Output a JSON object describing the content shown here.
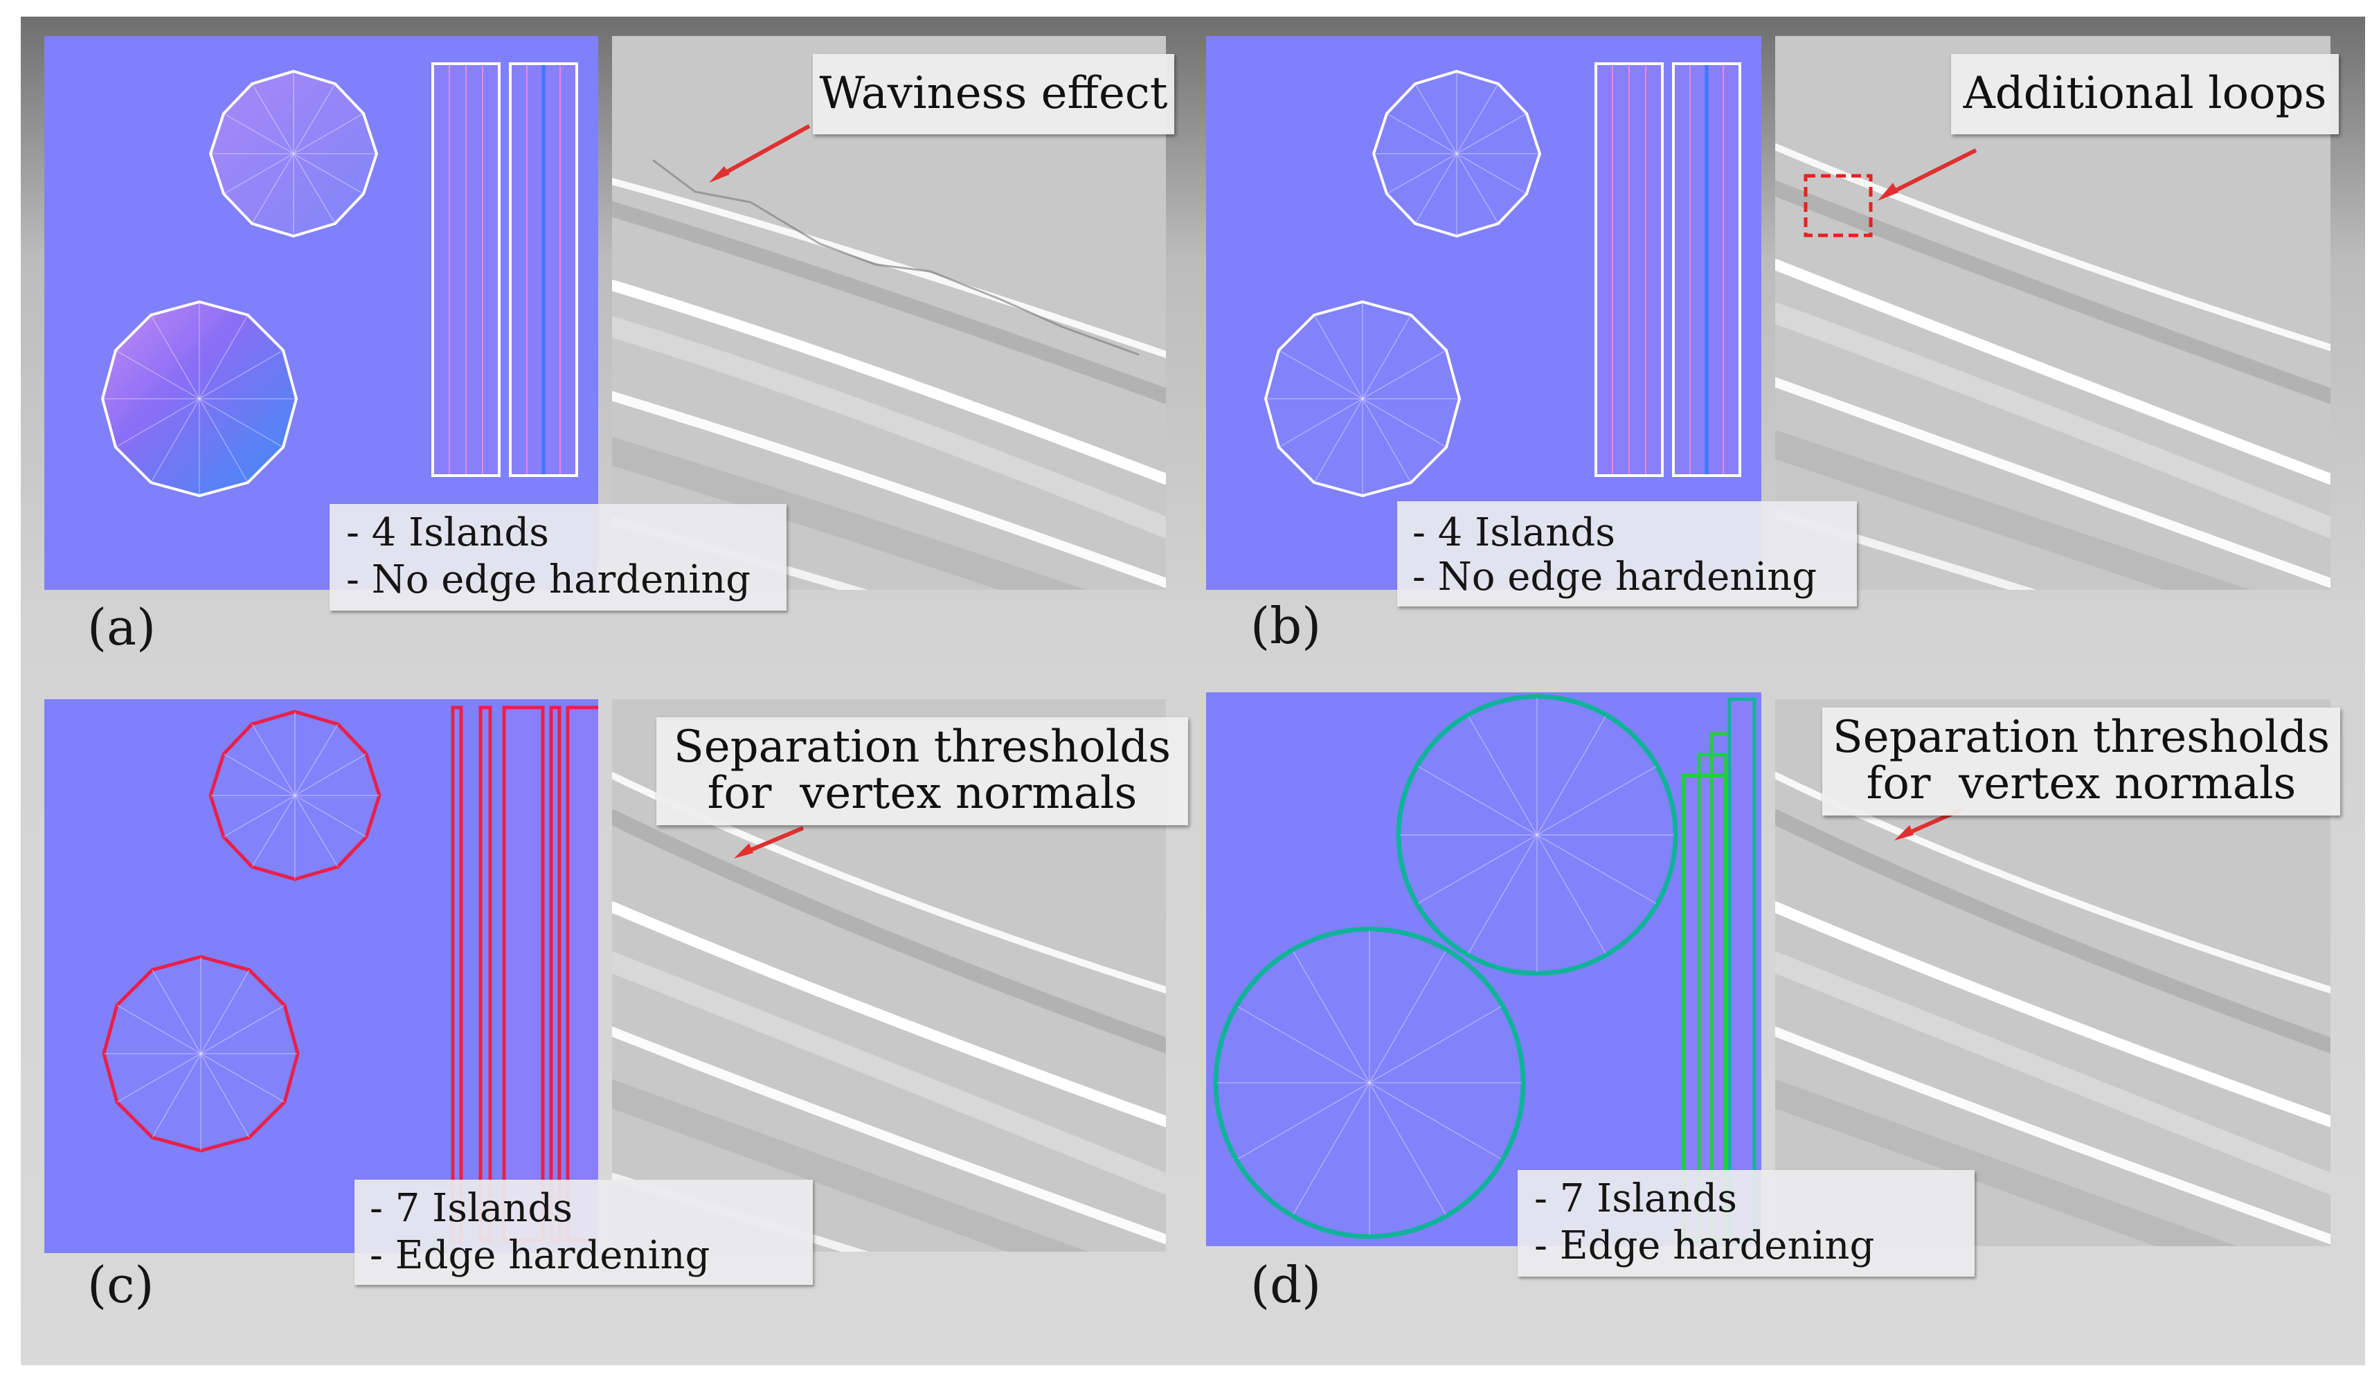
{
  "panels": [
    {
      "id": "a",
      "tag": "(a)",
      "callout": [
        "Waviness effect"
      ],
      "info": [
        "- 4 Islands",
        "- No edge hardening"
      ],
      "edge_color": "#ffffff",
      "uv_style": "normal-map gradient"
    },
    {
      "id": "b",
      "tag": "(b)",
      "callout": [
        "Additional loops"
      ],
      "info": [
        "- 4 Islands",
        "- No edge hardening"
      ],
      "edge_color": "#ffffff",
      "uv_style": "flat"
    },
    {
      "id": "c",
      "tag": "(c)",
      "callout": [
        "Separation thresholds",
        "for  vertex normals"
      ],
      "info": [
        "- 7 Islands",
        "- Edge hardening"
      ],
      "edge_color": "#e8204a",
      "uv_style": "flat"
    },
    {
      "id": "d",
      "tag": "(d)",
      "callout": [
        "Separation thresholds",
        "for  vertex normals"
      ],
      "info": [
        "- 7 Islands",
        "- Edge hardening"
      ],
      "edge_color": "#10b39a",
      "uv_style": "flat"
    }
  ],
  "colors": {
    "uv_background": "#8080fa",
    "arrow": "#e03030",
    "highlight_box": "#e82020",
    "strip_accent": "#22cc44"
  }
}
